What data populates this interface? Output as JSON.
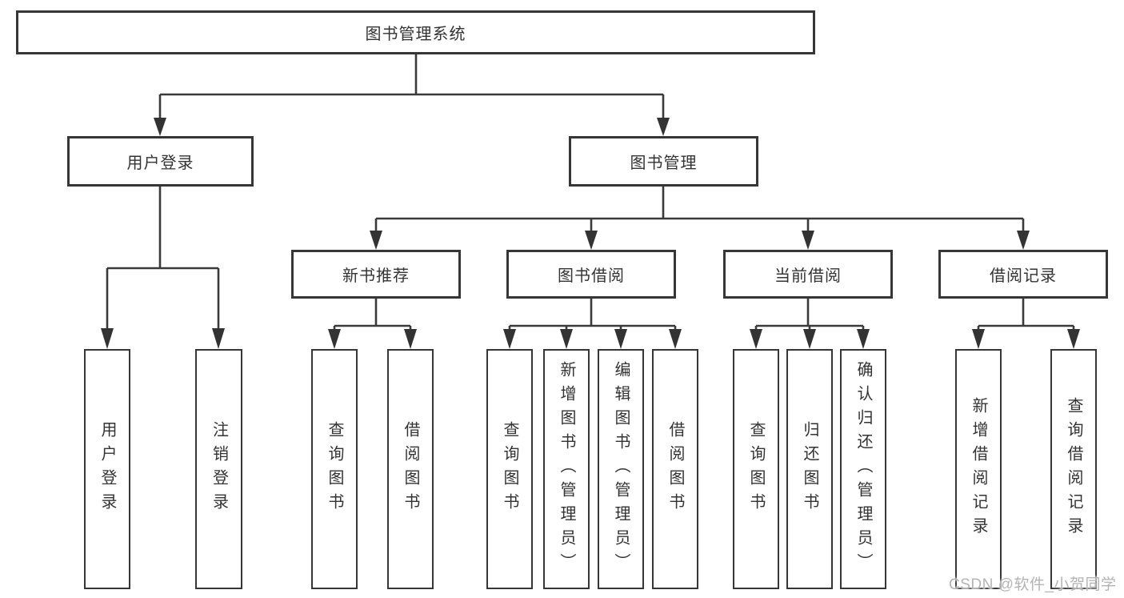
{
  "diagram": {
    "title": "图书管理系统",
    "tree": {
      "root": {
        "label": "图书管理系统",
        "children": [
          {
            "label": "用户登录",
            "children": [
              {
                "label": "用户登录"
              },
              {
                "label": "注销登录"
              }
            ]
          },
          {
            "label": "图书管理",
            "children": [
              {
                "label": "新书推荐",
                "children": [
                  {
                    "label": "查询图书"
                  },
                  {
                    "label": "借阅图书"
                  }
                ]
              },
              {
                "label": "图书借阅",
                "children": [
                  {
                    "label": "查询图书"
                  },
                  {
                    "label": "新增图书（管理员）"
                  },
                  {
                    "label": "编辑图书（管理员）"
                  },
                  {
                    "label": "借阅图书"
                  }
                ]
              },
              {
                "label": "当前借阅",
                "children": [
                  {
                    "label": "查询图书"
                  },
                  {
                    "label": "归还图书"
                  },
                  {
                    "label": "确认归还（管理员）"
                  }
                ]
              },
              {
                "label": "借阅记录",
                "children": [
                  {
                    "label": "新增借阅记录"
                  },
                  {
                    "label": "查询借阅记录"
                  }
                ]
              }
            ]
          }
        ]
      }
    },
    "colors": {
      "line": "#3a3a3a",
      "box_border": "#363636",
      "text": "#333333",
      "background": "#ffffff",
      "watermark": "#b3b3b3"
    }
  },
  "watermark": {
    "text": "CSDN @软件_小贺同学"
  }
}
